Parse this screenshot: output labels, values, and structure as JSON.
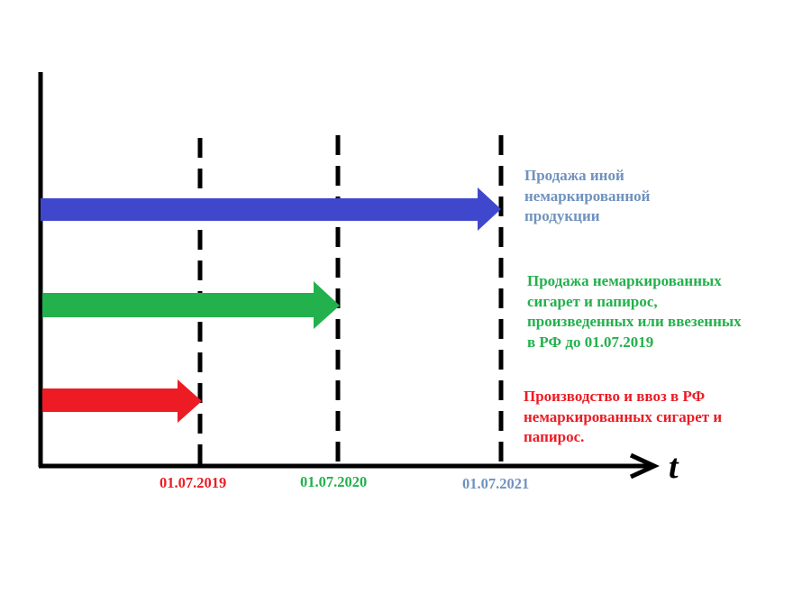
{
  "colors": {
    "blue_arrow": "#3f48cc",
    "green": "#22b14c",
    "red": "#ed1c24",
    "blue_text": "#7092be",
    "axis": "#000000"
  },
  "axis_label": "t",
  "dates": [
    "01.07.2019",
    "01.07.2020",
    "01.07.2021"
  ],
  "labels": {
    "blue": [
      "Продажа иной",
      "немаркированной",
      "продукции"
    ],
    "green": [
      "Продажа немаркированных",
      "сигарет и папирос,",
      "произведенных или ввезенных",
      "в РФ до 01.07.2019"
    ],
    "red": [
      "Производство и ввоз в РФ",
      "немаркированных сигарет и",
      "папирос."
    ]
  }
}
